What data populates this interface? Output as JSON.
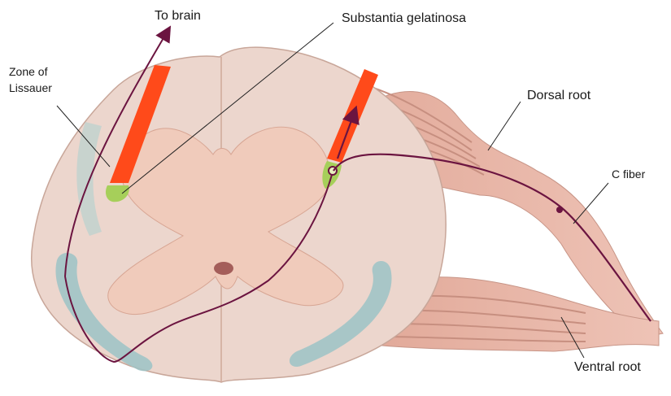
{
  "labels": {
    "to_brain": "To brain",
    "substantia_gelatinosa": "Substantia gelatinosa",
    "zone_of_lissauer_line1": "Zone of",
    "zone_of_lissauer_line2": "Lissauer",
    "dorsal_root": "Dorsal root",
    "c_fiber": "C fiber",
    "ventral_root": "Ventral root"
  },
  "colors": {
    "white_matter": "#ecd3c8",
    "gray_matter": "#f2c9b8",
    "roots": "#e7b7a8",
    "zone_of_lissauer": "#ff4a1a",
    "substantia_gelatinosa": "#a6cf5a",
    "tract": "#8fbfbf",
    "fiber": "#6b1440"
  }
}
